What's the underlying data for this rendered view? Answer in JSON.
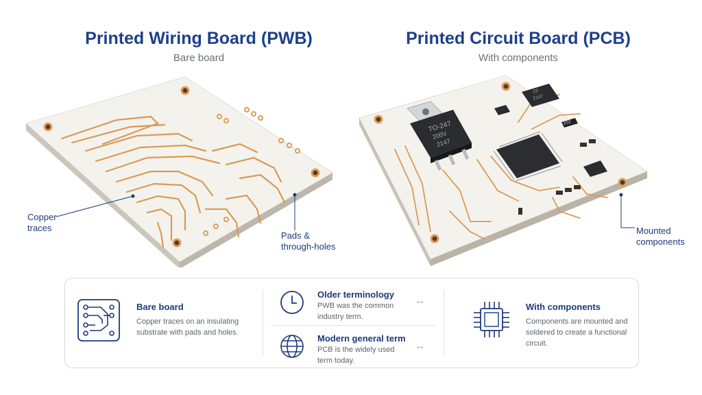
{
  "pwb": {
    "title": "Printed Wiring Board (PWB)",
    "subtitle": "Bare board",
    "callouts": {
      "traces": "Copper traces",
      "pads": "Pads & through-holes"
    }
  },
  "pcb": {
    "title": "Printed Circuit Board (PCB)",
    "subtitle": "With components",
    "callouts": {
      "mounted": "Mounted components"
    },
    "chip_labels": {
      "to247": "TO-247",
      "to247_volt": "200V",
      "to247_code": "2147",
      "small_chip": "2147",
      "small_chip_top": "23",
      "cap": "102"
    }
  },
  "panel": {
    "bare": {
      "title": "Bare board",
      "desc": "Copper traces on an insulating substrate with pads and holes.",
      "icon": "circuit-board-icon"
    },
    "older": {
      "title": "Older terminology",
      "desc": "PWB was the common industry term.",
      "icon": "clock-icon"
    },
    "modern": {
      "title": "Modern general term",
      "desc": "PCB is the widely used term today.",
      "icon": "globe-icon"
    },
    "components": {
      "title": "With components",
      "desc": "Components are mounted and soldered to create a functional circuit.",
      "icon": "chip-icon"
    },
    "arrow_icon": "double-arrow-icon"
  },
  "colors": {
    "title": "#1d3f8c",
    "accent": "#1c3a7a",
    "copper": "#d99a55",
    "board": "#f3f1ec"
  }
}
